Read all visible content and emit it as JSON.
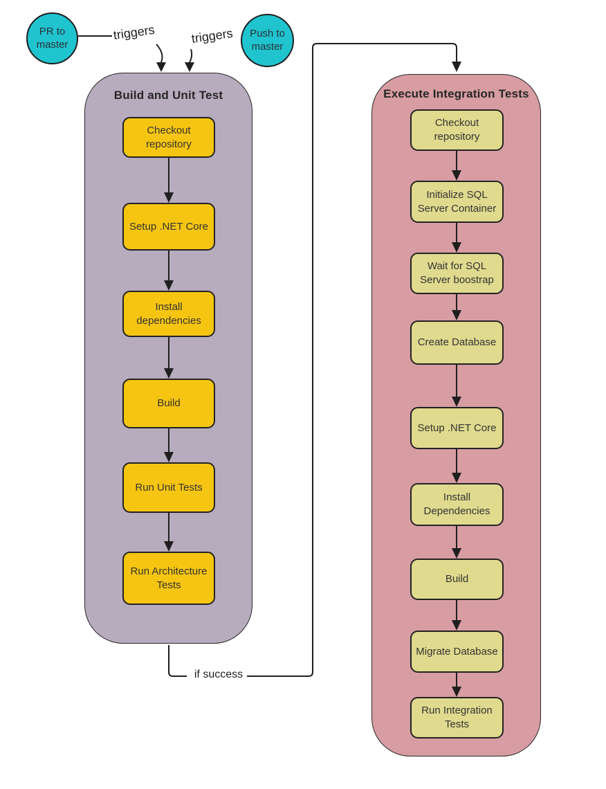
{
  "colors": {
    "trigger_circle": "#20c4cf",
    "build_container": "#b7abbe",
    "integration_container": "#d79da2",
    "build_node": "#f6c511",
    "integration_node": "#e0da8e",
    "line": "#1f1f1f",
    "text": "#333333"
  },
  "triggers": {
    "pr_circle_label": "PR to master",
    "push_circle_label": "Push to master",
    "pr_edge_label": "triggers",
    "push_edge_label": "triggers"
  },
  "if_success_label": "if success",
  "build_pipeline": {
    "title": "Build and Unit Test",
    "steps": [
      "Checkout repository",
      "Setup .NET Core",
      "Install dependencies",
      "Build",
      "Run Unit Tests",
      "Run Architecture Tests"
    ]
  },
  "integration_pipeline": {
    "title": "Execute Integration Tests",
    "steps": [
      "Checkout repository",
      "Initialize SQL Server Container",
      "Wait for SQL Server boostrap",
      "Create Database",
      "Setup .NET Core",
      "Install Dependencies",
      "Build",
      "Migrate Database",
      "Run Integration Tests"
    ]
  }
}
